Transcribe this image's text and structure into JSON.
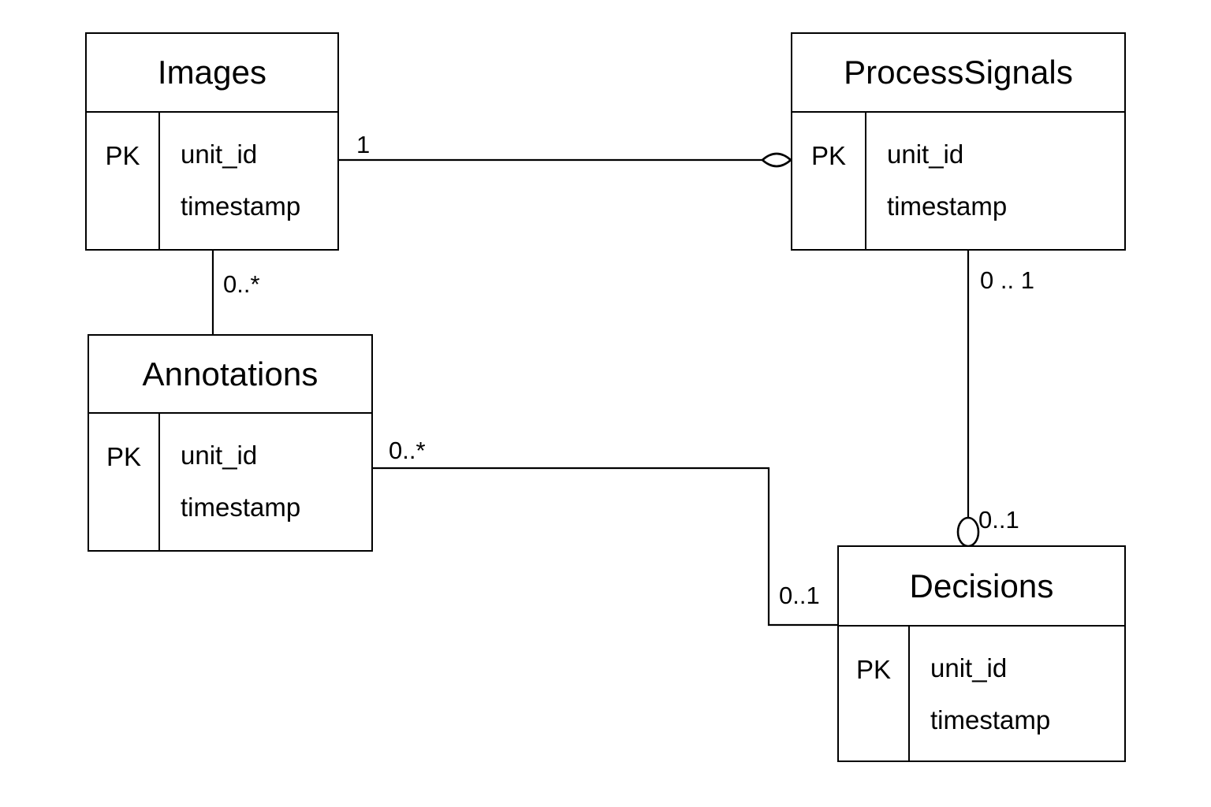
{
  "diagram": {
    "type": "entity-relationship-diagram",
    "background_color": "#ffffff",
    "line_color": "#000000",
    "entities": [
      {
        "id": "images",
        "name": "Images",
        "pk_label": "PK",
        "attributes": [
          "unit_id",
          "timestamp"
        ]
      },
      {
        "id": "process_signals",
        "name": "ProcessSignals",
        "pk_label": "PK",
        "attributes": [
          "unit_id",
          "timestamp"
        ]
      },
      {
        "id": "annotations",
        "name": "Annotations",
        "pk_label": "PK",
        "attributes": [
          "unit_id",
          "timestamp"
        ]
      },
      {
        "id": "decisions",
        "name": "Decisions",
        "pk_label": "PK",
        "attributes": [
          "unit_id",
          "timestamp"
        ]
      }
    ],
    "relationships": [
      {
        "id": "images-processsignals",
        "from": "images",
        "to": "process_signals",
        "source_multiplicity": "1",
        "target_multiplicity": "",
        "target_marker": "lens-oval"
      },
      {
        "id": "images-annotations",
        "from": "images",
        "to": "annotations",
        "source_multiplicity": "0..*",
        "target_multiplicity": "",
        "target_marker": "none"
      },
      {
        "id": "annotations-decisions",
        "from": "annotations",
        "to": "decisions",
        "source_multiplicity": "0..*",
        "target_multiplicity": "0..1",
        "target_marker": "none"
      },
      {
        "id": "processsignals-decisions",
        "from": "process_signals",
        "to": "decisions",
        "source_multiplicity": "0 .. 1",
        "target_multiplicity": "0..1",
        "target_marker": "circle"
      }
    ]
  }
}
